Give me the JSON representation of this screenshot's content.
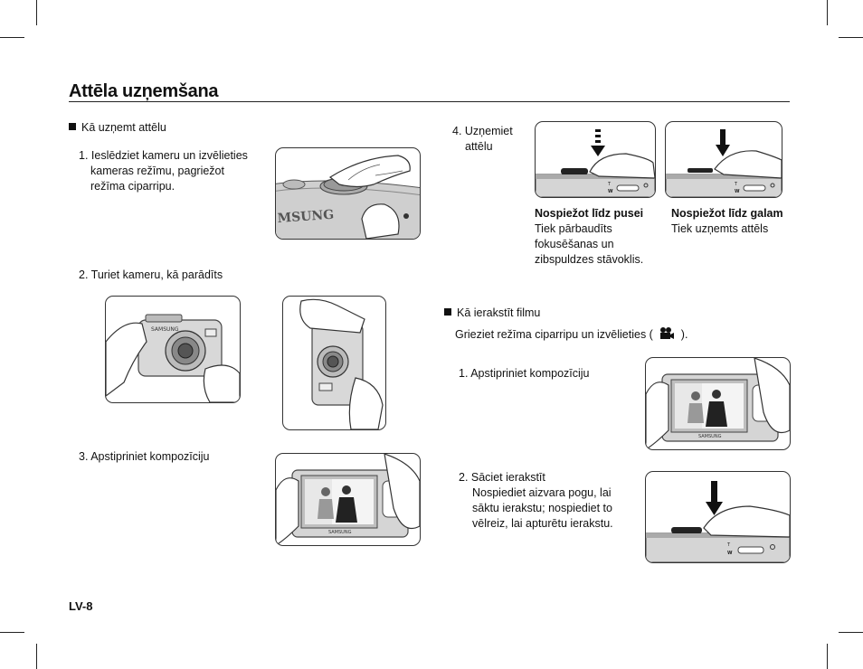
{
  "page": {
    "title": "Attēla uzņemšana",
    "page_number": "LV-8"
  },
  "left": {
    "heading": "Kā uzņemt attēlu",
    "step1": [
      "1. Ieslēdziet kameru un izvēlieties",
      "kameras režīmu, pagriežot",
      "režīma ciparripu."
    ],
    "step2": "2. Turiet kameru, kā parādīts",
    "step3": "3. Apstipriniet kompozīciju",
    "brand_text": "MSUNG",
    "lcd_brand": "SAMSUNG"
  },
  "right": {
    "step4": [
      "4. Uzņemiet",
      "attēlu"
    ],
    "half_press": {
      "title": "Nospiežot līdz pusei",
      "lines": [
        "Tiek pārbaudīts",
        "fokusēšanas un",
        "zibspuldzes stāvoklis."
      ]
    },
    "full_press": {
      "title": "Nospiežot līdz galam",
      "lines": [
        "Tiek uzņemts attēls"
      ]
    },
    "movie_heading": "Kā ierakstīt filmu",
    "movie_instruction_before": "Grieziet režīma ciparripu un izvēlieties (",
    "movie_instruction_after": ").",
    "movie_step1": "1. Apstipriniet kompozīciju",
    "movie_step2": "2. Sāciet ierakstīt",
    "movie_step2_lines": [
      "Nospiediet aizvara pogu, lai",
      "sāktu ierakstu; nospiediet to",
      "vēlreiz, lai apturētu ierakstu."
    ],
    "zoom_t": "T",
    "zoom_w": "W"
  },
  "icons": {
    "bullet": "square-bullet-icon",
    "movie": "movie-camera-icon",
    "press_arrow": "down-arrow-icon",
    "half_press_arrow": "dashed-down-arrow-icon"
  }
}
